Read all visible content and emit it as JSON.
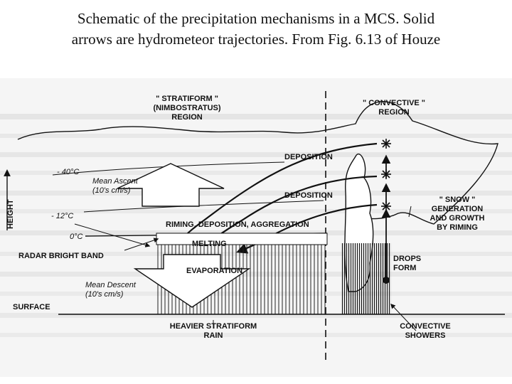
{
  "caption": {
    "line1": "Schematic of the precipitation mechanisms in a MCS.  Solid",
    "line2": "arrows are hydrometeor trajectories.  From Fig. 6.13 of Houze"
  },
  "diagram": {
    "stratiform_region": [
      "\" STRATIFORM \"",
      "(NIMBOSTRATUS)",
      "REGION"
    ],
    "convective_region": [
      "\" CONVECTIVE \"",
      "REGION"
    ],
    "deposition_upper": "DEPOSITION",
    "deposition_lower": "DEPOSITION",
    "temp_minus40": "- 40°C",
    "temp_minus12": "- 12°C",
    "temp_0": "0°C",
    "mean_ascent": [
      "Mean Ascent",
      "(10's cm/s)"
    ],
    "mean_descent": [
      "Mean Descent",
      "(10's cm/s)"
    ],
    "riming_band": "RIMING, DEPOSITION, AGGREGATION",
    "melting": "MELTING",
    "radar_bright_band": "RADAR BRIGHT BAND",
    "evaporation": "EVAPORATION",
    "surface": "SURFACE",
    "height": "HEIGHT",
    "snow_generation": [
      "\" SNOW \"",
      "GENERATION",
      "AND GROWTH",
      "BY RIMING"
    ],
    "drops_form": [
      "DROPS",
      "FORM"
    ],
    "heavier_rain": [
      "HEAVIER STRATIFORM",
      "RAIN"
    ],
    "convective_showers": [
      "CONVECTIVE",
      "SHOWERS"
    ]
  }
}
